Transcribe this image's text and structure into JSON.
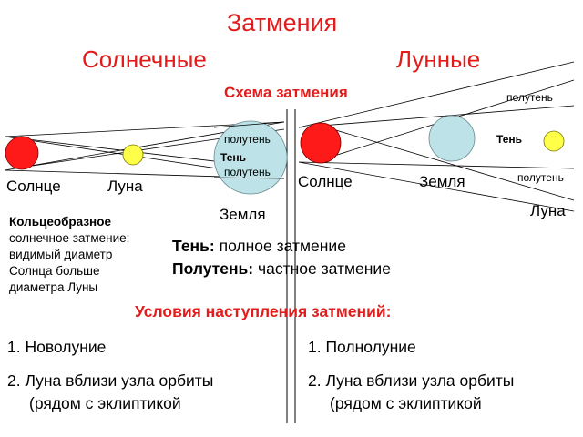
{
  "title": "Затмения",
  "solar_header": "Солнечные",
  "lunar_header": "Лунные",
  "scheme_title": "Схема затмения",
  "solar": {
    "sun_label": "Солнце",
    "moon_label": "Луна",
    "earth_label": "Земля",
    "penumbra_top": "полутень",
    "shadow": "Тень",
    "penumbra_bottom": "полутень",
    "annular_note_title": "Кольцеобразное",
    "annular_note_lines": [
      "солнечное затмение:",
      "видимый диаметр",
      "Солнца больше",
      "диаметра Луны"
    ]
  },
  "lunar": {
    "sun_label": "Солнце",
    "earth_label": "Земля",
    "moon_label": "Луна",
    "penumbra_top": "полутень",
    "shadow": "Тень",
    "penumbra_bottom": "полутень"
  },
  "legend": {
    "shadow_term": "Тень:",
    "shadow_desc": "полное затмение",
    "penumbra_term": "Полутень:",
    "penumbra_desc": "частное затмение"
  },
  "conditions_title": "Условия наступления затмений:",
  "solar_conditions": [
    "1. Новолуние",
    "2. Луна вблизи узла орбиты",
    "(рядом с эклиптикой"
  ],
  "lunar_conditions": [
    "1. Полнолуние",
    "2. Луна вблизи узла орбиты",
    "(рядом с эклиптикой"
  ],
  "colors": {
    "sun": "#ff1a1a",
    "moon": "#ffff4a",
    "earth": "#bde3e8",
    "heading_red": "#e31b1b"
  }
}
